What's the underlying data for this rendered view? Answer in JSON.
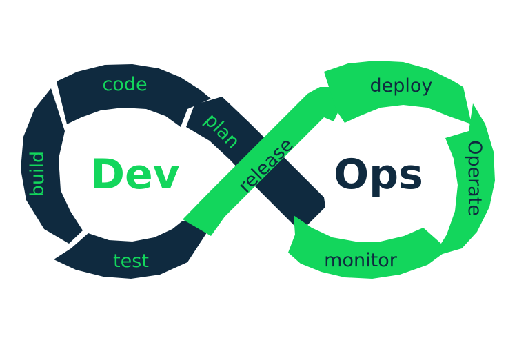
{
  "colors": {
    "dark": "#0f2a3f",
    "green": "#13d65c",
    "background": "#ffffff"
  },
  "center": {
    "dev": "Dev",
    "ops": "Ops"
  },
  "stages": {
    "code": "code",
    "plan": "plan",
    "build": "build",
    "test": "test",
    "release": "release",
    "deploy": "deploy",
    "operate": "Operate",
    "monitor": "monitor"
  }
}
